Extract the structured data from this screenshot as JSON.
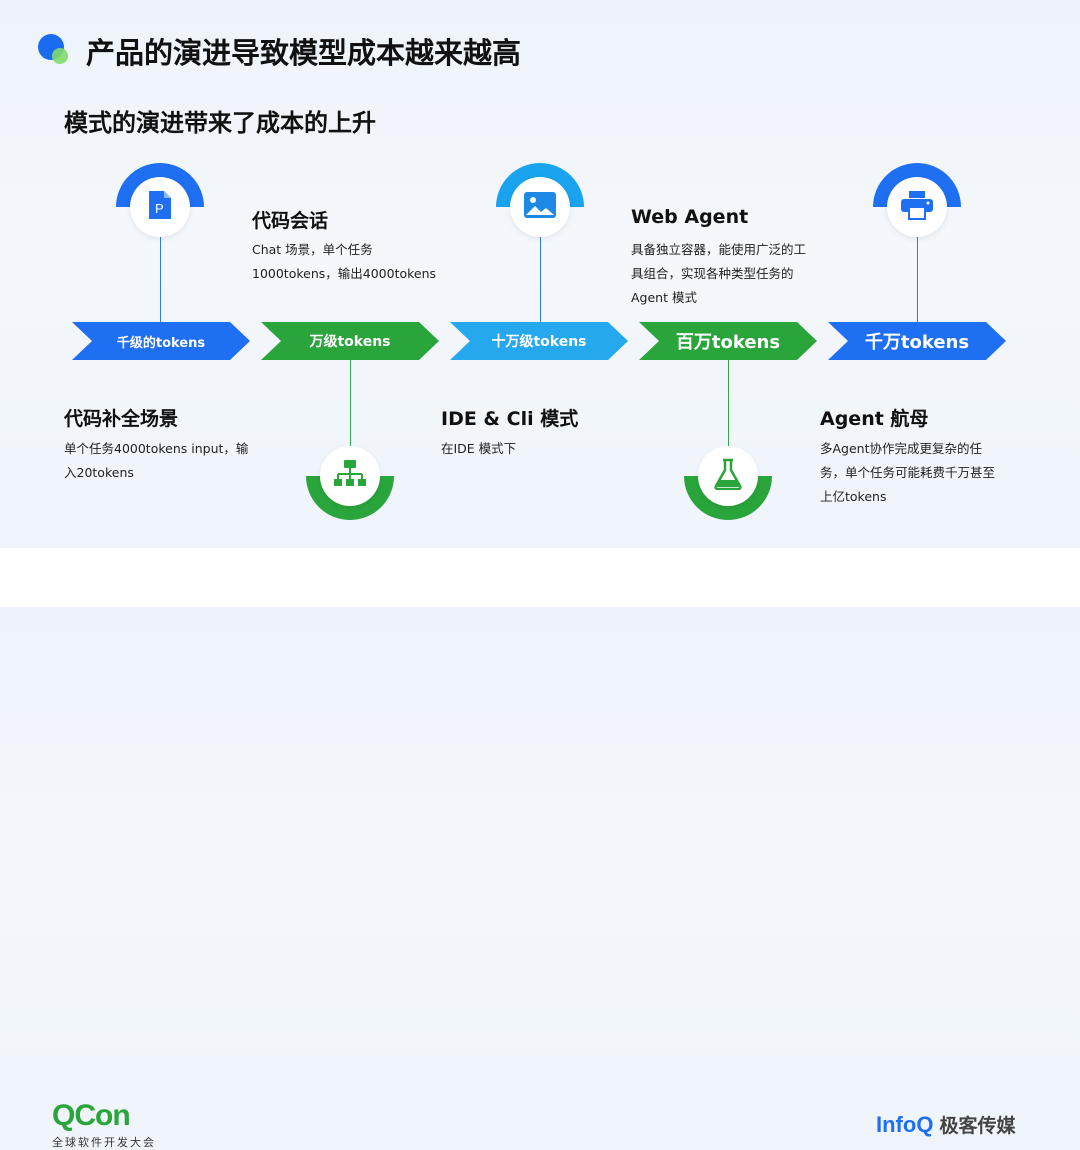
{
  "title": "产品的演进导致模型成本越来越高",
  "subtitle": "模式的演进带来了成本的上升",
  "stages": [
    {
      "label": "千级的tokens",
      "heading": "代码补全场景",
      "desc": "单个任务4000tokens input，输入20tokens",
      "desc_lines": [
        "单个任务4000tokens input，输",
        "入20tokens"
      ],
      "icon": "document-icon"
    },
    {
      "label": "万级tokens",
      "heading": "代码会话",
      "desc_lines": [
        "Chat 场景，单个任务",
        "1000tokens，输出4000tokens"
      ],
      "icon": "flowchart-icon"
    },
    {
      "label": "十万级tokens",
      "heading": "IDE & Cli 模式",
      "desc_lines": [
        "在IDE 模式下"
      ],
      "icon": "image-icon"
    },
    {
      "label": "百万tokens",
      "heading": "Web Agent",
      "desc_lines": [
        "具备独立容器，能使用广泛的工",
        "具组合，实现各种类型任务的",
        "Agent 模式"
      ],
      "icon": "flask-icon"
    },
    {
      "label": "千万tokens",
      "heading": "Agent 航母",
      "desc_lines": [
        "多Agent协作完成更复杂的任",
        "务，单个任务可能耗费千万甚至",
        "上亿tokens"
      ],
      "icon": "printer-icon"
    }
  ],
  "footer": {
    "qcon": "QCon",
    "qcon_sub": "全球软件开发大会",
    "infoq": "InfoQ",
    "infoq_cn": "极客传媒"
  },
  "colors": {
    "blue": "#1e6ff1",
    "green": "#2aa53c",
    "light_blue": "#25a8ee"
  }
}
